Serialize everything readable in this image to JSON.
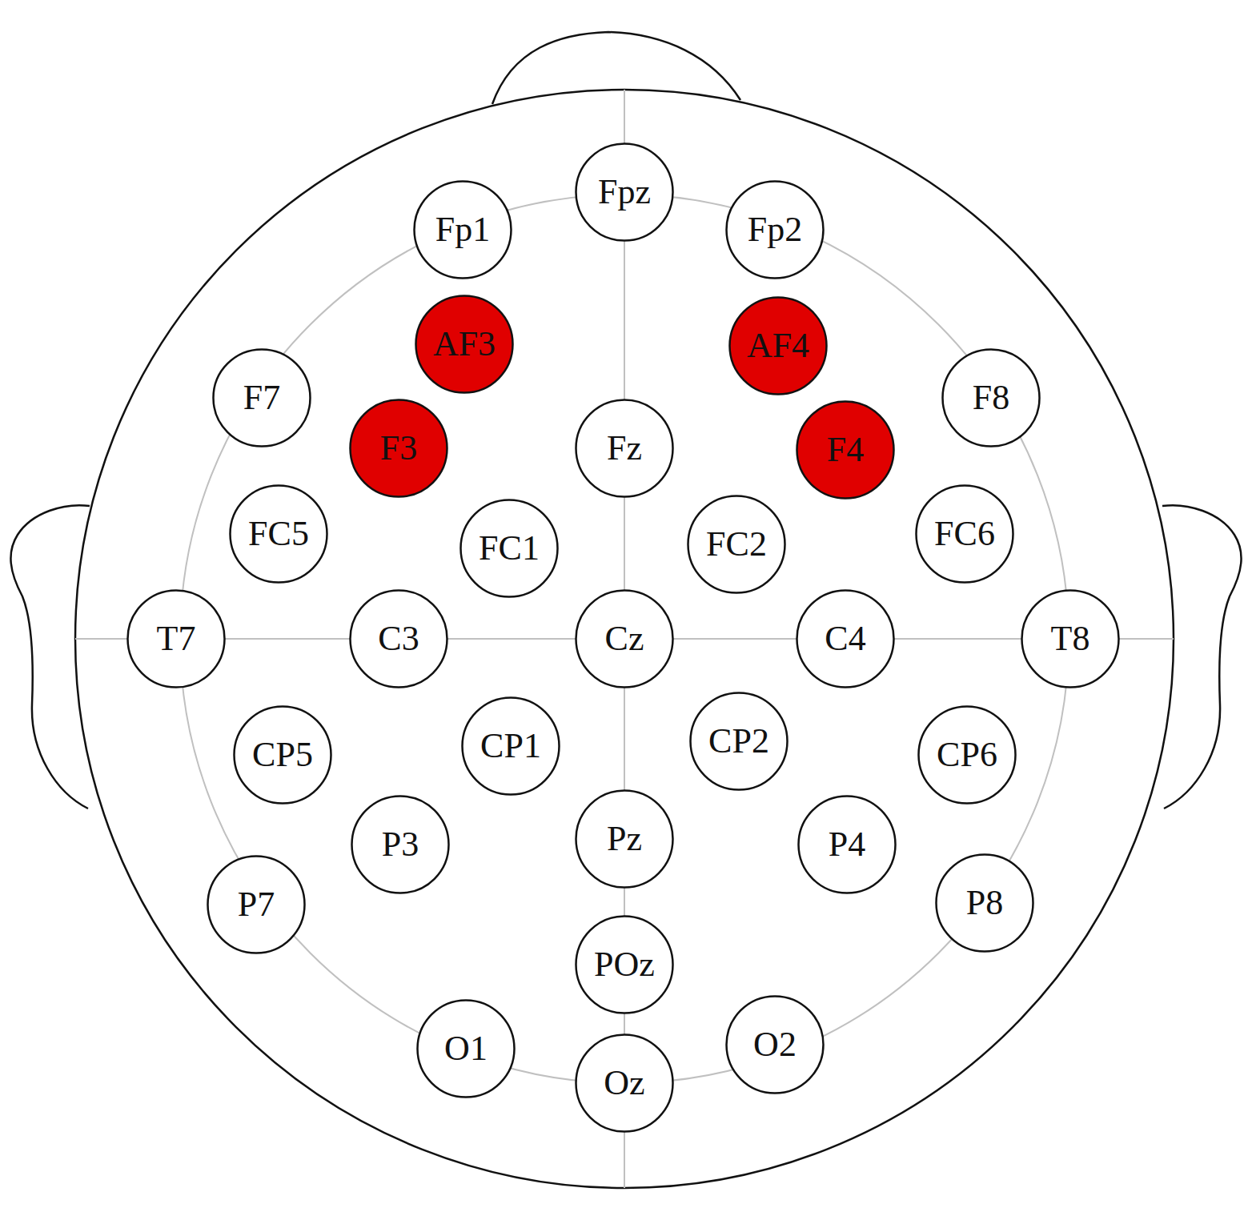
{
  "diagram": {
    "nodes": [
      {
        "text": [
          "Fp1"
        ]
      },
      {
        "text": [
          "Fpz"
        ]
      },
      {
        "text": [
          "Fp2"
        ]
      },
      {
        "text": [
          "AF3"
        ]
      },
      {
        "text": [
          "AF4"
        ]
      },
      {
        "text": [
          "F7"
        ]
      },
      {
        "text": [
          "F3"
        ]
      },
      {
        "text": [
          "Fz"
        ]
      },
      {
        "text": [
          "F4"
        ]
      },
      {
        "text": [
          "F8"
        ]
      },
      {
        "text": [
          "FC5"
        ]
      },
      {
        "text": [
          "FC1"
        ]
      },
      {
        "text": [
          "FC2"
        ]
      },
      {
        "text": [
          "FC6"
        ]
      },
      {
        "text": [
          "T7"
        ]
      },
      {
        "text": [
          "C3"
        ]
      },
      {
        "text": [
          "Cz"
        ]
      },
      {
        "text": [
          "C4"
        ]
      },
      {
        "text": [
          "T8"
        ]
      },
      {
        "text": [
          "CP5"
        ]
      },
      {
        "text": [
          "CP1"
        ]
      },
      {
        "text": [
          "CP2"
        ]
      },
      {
        "text": [
          "CP6"
        ]
      },
      {
        "text": [
          "P3"
        ]
      },
      {
        "text": [
          "Pz"
        ]
      },
      {
        "text": [
          "P4"
        ]
      },
      {
        "text": [
          "P7"
        ]
      },
      {
        "text": [
          "P8"
        ]
      },
      {
        "text": [
          "POz"
        ]
      },
      {
        "text": [
          "O1"
        ]
      },
      {
        "text": [
          "Oz"
        ]
      },
      {
        "text": [
          "O2"
        ]
      }
    ]
  }
}
